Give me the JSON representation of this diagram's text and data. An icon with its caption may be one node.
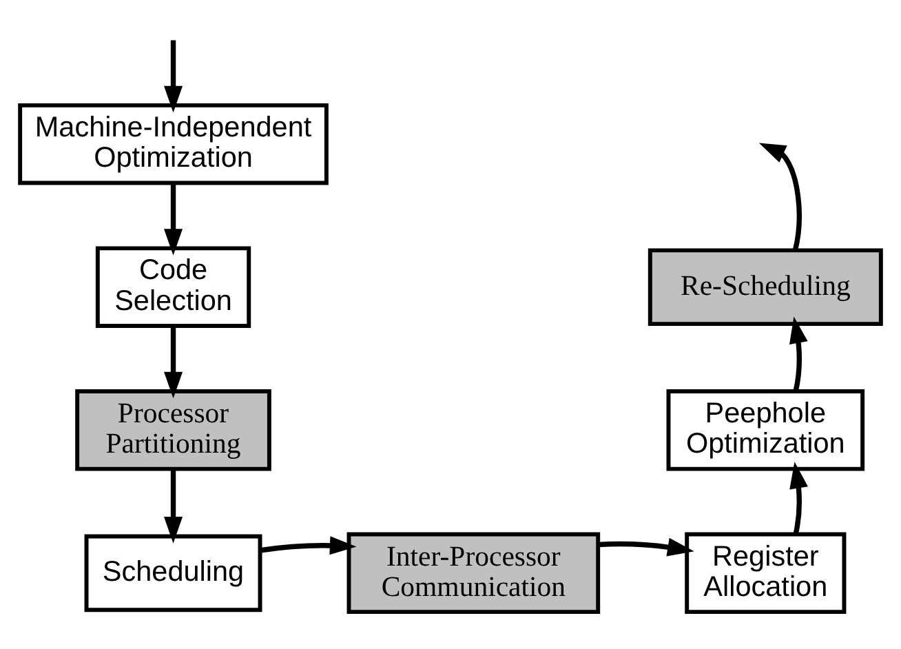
{
  "diagram": {
    "nodes": [
      {
        "text": [
          "Machine-Independent Optimization"
        ]
      },
      {
        "text": [
          "Code Selection"
        ]
      },
      {
        "text": [
          "Processor Partitioning"
        ]
      },
      {
        "text": [
          "Scheduling"
        ]
      },
      {
        "text": [
          "Inter-Processor Communication"
        ]
      },
      {
        "text": [
          "Register Allocation"
        ]
      },
      {
        "text": [
          "Peephole Optimization"
        ]
      },
      {
        "text": [
          "Re-Scheduling"
        ]
      }
    ],
    "edges": [
      {
        "from": null,
        "to": 0,
        "arrow": "to"
      },
      {
        "from": 0,
        "to": 1,
        "arrow": "to"
      },
      {
        "from": 1,
        "to": 2,
        "arrow": "to"
      },
      {
        "from": 2,
        "to": 3,
        "arrow": "to"
      },
      {
        "from": 3,
        "to": 4,
        "arrow": "to"
      },
      {
        "from": 4,
        "to": 5,
        "arrow": "to"
      },
      {
        "from": 5,
        "to": 6,
        "arrow": "to"
      },
      {
        "from": 6,
        "to": 7,
        "arrow": "to"
      },
      {
        "from": 7,
        "to": null,
        "arrow": "to"
      }
    ]
  }
}
